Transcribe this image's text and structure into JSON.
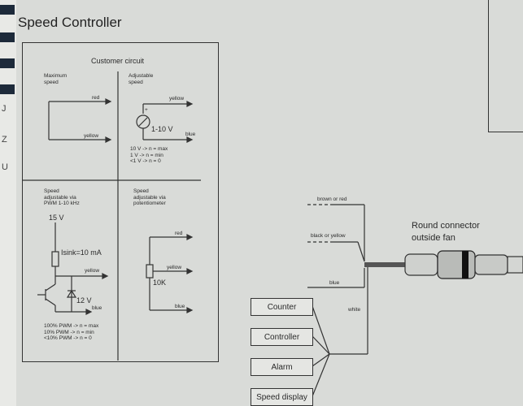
{
  "title": "Speed Controller",
  "edge_letters": [
    "J",
    "Z",
    "U"
  ],
  "panel": {
    "header": "Customer circuit",
    "q1": {
      "label": "Maximum\nspeed",
      "wire_top": "red",
      "wire_bottom": "yellow"
    },
    "q2": {
      "label": "Adjustable\nspeed",
      "wire_top": "yellow",
      "plus": "+",
      "voltage": "1-10 V",
      "wire_bottom": "blue",
      "notes": "10 V -> n = max\n1 V -> n = min\n<1 V -> n = 0"
    },
    "q3": {
      "label": "Speed\nadjustable via\nPWM 1-10 kHz",
      "supply": "15 V",
      "sink": "Isink=10 mA",
      "wire_out": "yellow",
      "zener": "12 V",
      "wire_blue": "blue",
      "notes": "100% PWM -> n = max\n10% PWM -> n = min\n<10% PWM -> n = 0"
    },
    "q4": {
      "label": "Speed\nadjustable via\npotentiometer",
      "wire_top": "red",
      "wire_mid": "yellow",
      "pot": "10K",
      "wire_bottom": "blue"
    }
  },
  "fan": {
    "wires": [
      "brown or red",
      "black or yellow",
      "blue"
    ],
    "white_wire": "white",
    "connector_label": "Round connector\noutside fan"
  },
  "boxes": [
    "Counter",
    "Controller",
    "Alarm",
    "Speed display"
  ]
}
